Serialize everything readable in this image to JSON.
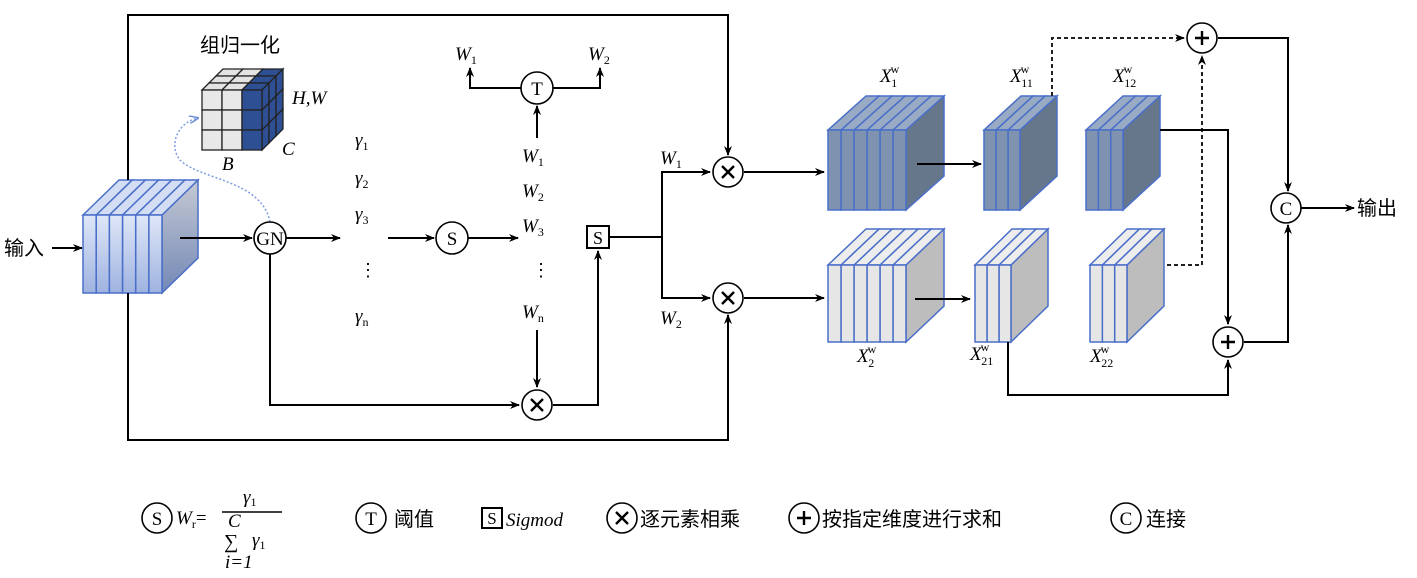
{
  "labels": {
    "input": "输入",
    "output": "输出",
    "group_norm": "组归一化",
    "cube_hw": "H,W",
    "cube_c": "C",
    "cube_b": "B",
    "gn": "GN",
    "s": "S",
    "t": "T",
    "c": "C",
    "gamma": [
      "γ1",
      "γ2",
      "γ3",
      "⋮",
      "γn"
    ],
    "gamma_base": "γ",
    "gamma_subs": [
      "1",
      "2",
      "3",
      "n"
    ],
    "w_base": "W",
    "w_subs": [
      "1",
      "2",
      "3",
      "n"
    ],
    "vdots": "⋮",
    "t_out_left": {
      "base": "W",
      "sub": "1"
    },
    "t_out_right": {
      "base": "W",
      "sub": "2"
    },
    "branch_top": {
      "base": "W",
      "sub": "1"
    },
    "branch_bottom": {
      "base": "W",
      "sub": "2"
    },
    "x1": {
      "base": "X",
      "sup": "w",
      "sub": "1"
    },
    "x11": {
      "base": "X",
      "sup": "w",
      "sub": "11"
    },
    "x12": {
      "base": "X",
      "sup": "w",
      "sub": "12"
    },
    "x2": {
      "base": "X",
      "sup": "w",
      "sub": "2"
    },
    "x21": {
      "base": "X",
      "sup": "w",
      "sub": "21"
    },
    "x22": {
      "base": "X",
      "sup": "w",
      "sub": "22"
    }
  },
  "legend": {
    "s_formula": {
      "lhs": "W",
      "lhs_sub": "r",
      "eq": "=",
      "num": "γ",
      "num_sub": "1",
      "sum_top": "C",
      "sum": "∑",
      "den": "γ",
      "den_sub": "1",
      "sum_bottom": "i=1"
    },
    "t_label": "阈值",
    "sigmoid_label": "Sigmod",
    "mul_label": "逐元素相乘",
    "add_label": "按指定维度进行求和",
    "concat_label": "连接"
  },
  "colors": {
    "input_block": "#b8c8ea",
    "x1_block": "#7f93b0",
    "x2_block": "#e6e6e6",
    "slab_border": "#4a6fc9",
    "cube_blue": "#2e4f94"
  }
}
